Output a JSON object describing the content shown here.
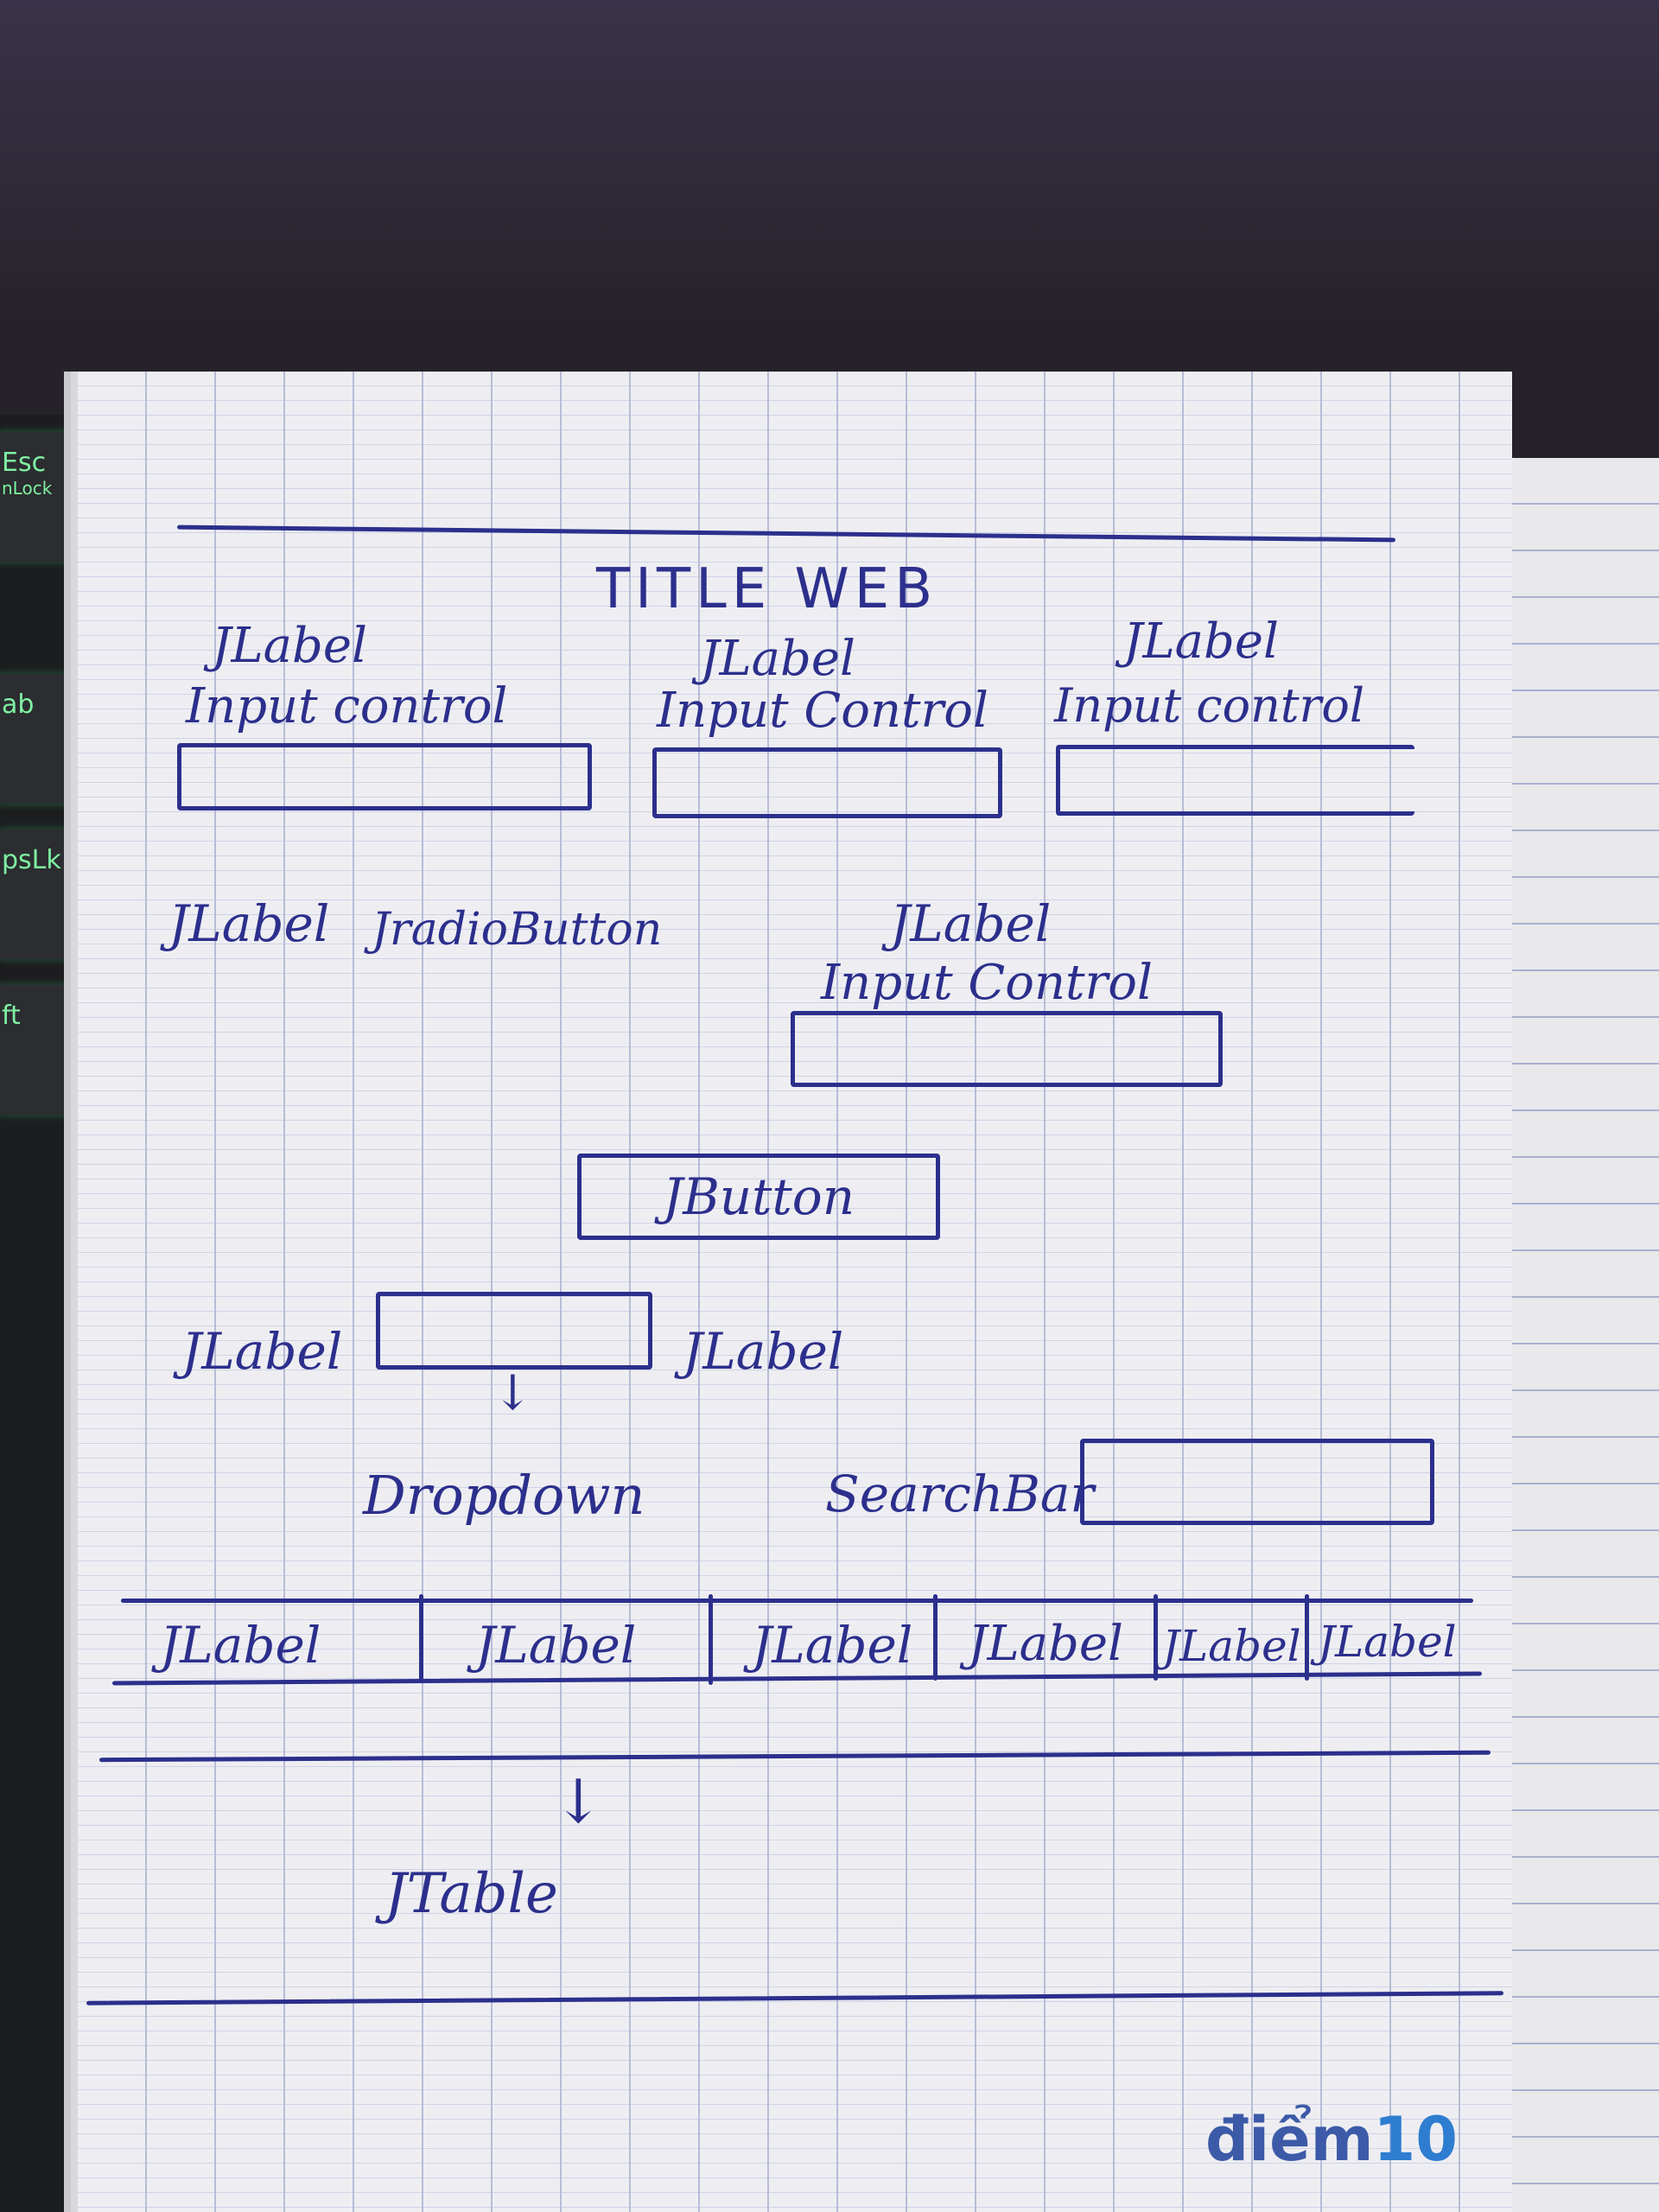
{
  "keyboard": {
    "keys": [
      {
        "label": "Esc",
        "sub": "nLock"
      },
      {
        "label": "ab",
        "sub": ""
      },
      {
        "label": "psLk",
        "sub": ""
      },
      {
        "label": "ft",
        "sub": ""
      }
    ]
  },
  "sketch": {
    "title": "TITLE WEB",
    "row1": [
      {
        "label": "JLabel",
        "control": "Input control"
      },
      {
        "label": "JLabel",
        "control": "Input Control"
      },
      {
        "label": "JLabel",
        "control": "Input control"
      }
    ],
    "row2": {
      "left_label": "JLabel",
      "radio": "JradioButton",
      "right_label": "JLabel",
      "right_control": "Input Control"
    },
    "button": "JButton",
    "dropdown_row": {
      "left_label": "JLabel",
      "right_label": "JLabel",
      "caption": "Dropdown"
    },
    "search_label": "SearchBar",
    "header_labels": [
      "JLabel",
      "JLabel",
      "JLabel",
      "JLabel",
      "JLabel",
      "JLabel"
    ],
    "table_label": "JTable",
    "arrow": "↓"
  },
  "logo": {
    "text": "điểm",
    "number": "10"
  }
}
